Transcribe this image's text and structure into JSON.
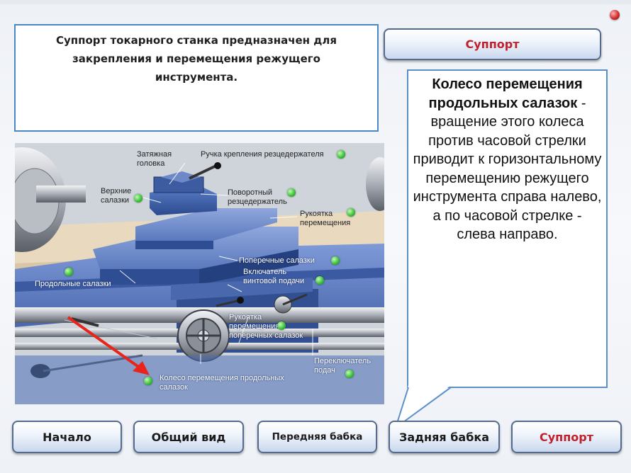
{
  "intro": {
    "lead": "Суппорт",
    "text": " токарного станка предназначен для закрепления и перемещения режущего инструмента."
  },
  "title_button": "Суппорт",
  "info": {
    "bold": "Колесо перемещения продольных салазок",
    "text": " - вращение этого колеса против часовой стрелки приводит к горизонтальному перемещению режущего инструмента справа налево, а по часовой стрелке - слева направо."
  },
  "labels": {
    "zatyazhnaya": [
      "Затяжная",
      "головка"
    ],
    "ruchka": "Ручка крепления резцедержателя",
    "verkhnie": [
      "Верхние",
      "салазки"
    ],
    "povorotny": [
      "Поворотный",
      "резцедержатель"
    ],
    "rukoyatka_per": [
      "Рукоятка",
      "перемещения"
    ],
    "poperechnye": "Поперечные салазки",
    "vklyuchatel": [
      "Включатель",
      "винтовой подачи"
    ],
    "prodolnye": "Продольные салазки",
    "rukoyatka_pop": [
      "Рукоятка",
      "перемещения",
      "поперечных салазок"
    ],
    "pereklyuchatel": [
      "Переключатель",
      "подач"
    ],
    "koleso": [
      "Колесо перемещения продольных",
      "салазок"
    ]
  },
  "nav": [
    {
      "label": "Начало",
      "active": false
    },
    {
      "label": "Общий вид",
      "active": false
    },
    {
      "label": "Передняя бабка",
      "active": false
    },
    {
      "label": "Задняя бабка",
      "active": false
    },
    {
      "label": "Суппорт",
      "active": true
    }
  ],
  "colors": {
    "accent_red": "#c0212b",
    "frame_blue": "#4b87c4",
    "hotspot_green": "#3ec43e"
  },
  "icons": {
    "close": "close-dot-icon",
    "hotspot": "green-dot-icon",
    "pointer": "red-arrow-icon"
  }
}
